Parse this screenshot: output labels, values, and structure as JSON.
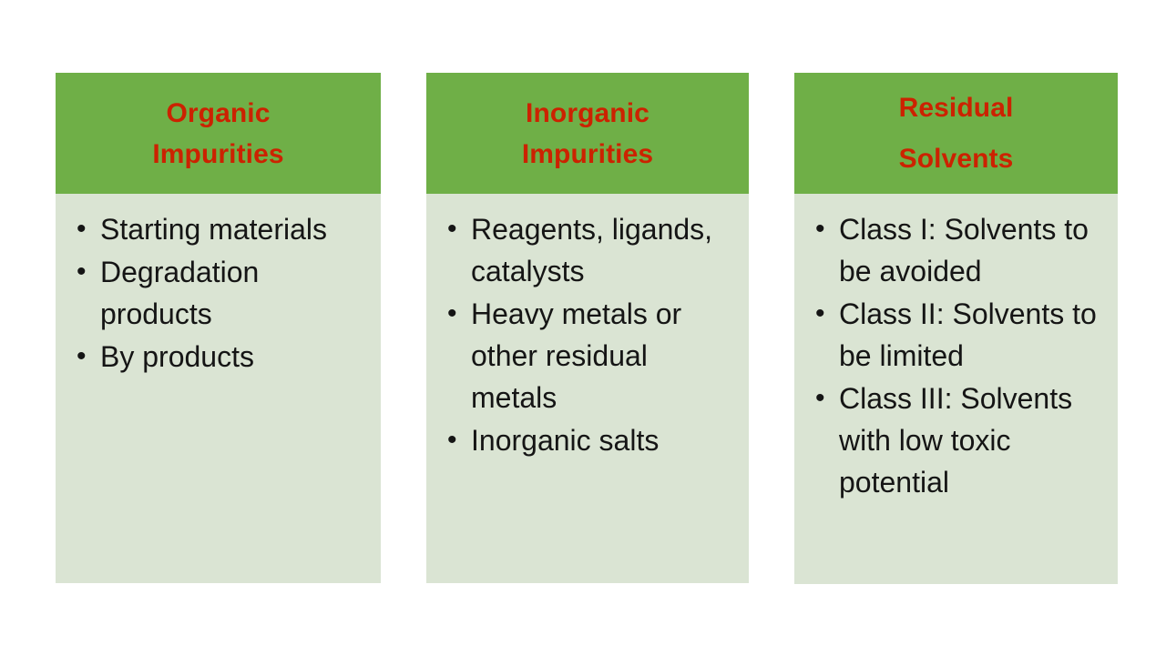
{
  "slide": {
    "background_color": "#ffffff",
    "header_color": "#6faf47",
    "body_color": "#dae4d3",
    "title_color": "#cc2200",
    "text_color": "#151515",
    "bullet_glyph": "•"
  },
  "columns": [
    {
      "title": "Organic\nImpurities",
      "items": [
        "Starting materials",
        "Degradation products",
        "By products"
      ]
    },
    {
      "title": "Inorganic\nImpurities",
      "items": [
        "Reagents, ligands, catalysts",
        "Heavy metals or other residual metals",
        "Inorganic salts"
      ]
    },
    {
      "title": "Residual\nSolvents",
      "items": [
        "Class I: Solvents to be avoided",
        "Class II: Solvents to be limited",
        "Class III: Solvents with low toxic potential"
      ]
    }
  ]
}
